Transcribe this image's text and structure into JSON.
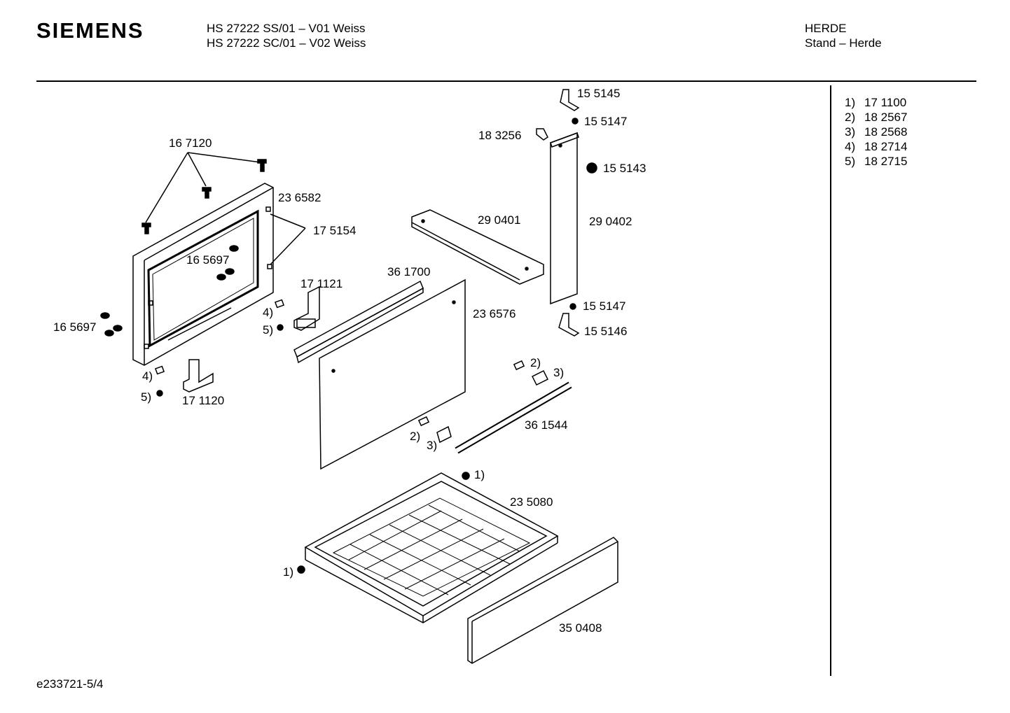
{
  "header": {
    "brand": "SIEMENS",
    "model_line_1": "HS 27222 SS/01 – V01 Weiss",
    "model_line_2": "HS 27222 SC/01 – V02 Weiss",
    "category": "HERDE",
    "subcategory": "Stand – Herde"
  },
  "legend": [
    {
      "index": "1)",
      "part": "17 1100"
    },
    {
      "index": "2)",
      "part": "18 2567"
    },
    {
      "index": "3)",
      "part": "18 2568"
    },
    {
      "index": "4)",
      "part": "18 2714"
    },
    {
      "index": "5)",
      "part": "18 2715"
    }
  ],
  "parts": {
    "p155145": "15 5145",
    "p155147_top": "15 5147",
    "p183256": "18 3256",
    "p155143": "15 5143",
    "p167120": "16 7120",
    "p236582": "23 6582",
    "p175154": "17 5154",
    "p290401": "29 0401",
    "p290402": "29 0402",
    "p165697_inner": "16 5697",
    "p171121": "17 1121",
    "p361700": "36 1700",
    "p236576": "23 6576",
    "p155147_bottom": "15 5147",
    "p155146": "15 5146",
    "p165697_outer": "16 5697",
    "p171120": "17 1120",
    "p361544": "36 1544",
    "p235080": "23 5080",
    "p350408": "35 0408",
    "ref4_upper": "4)",
    "ref5_upper": "5)",
    "ref4_lower": "4)",
    "ref5_lower": "5)",
    "ref2_right": "2)",
    "ref3_right": "3)",
    "ref2_left": "2)",
    "ref3_left": "3)",
    "ref1_top": "1)",
    "ref1_left": "1)"
  },
  "footer": {
    "drawing_id": "e233721-5/4"
  }
}
